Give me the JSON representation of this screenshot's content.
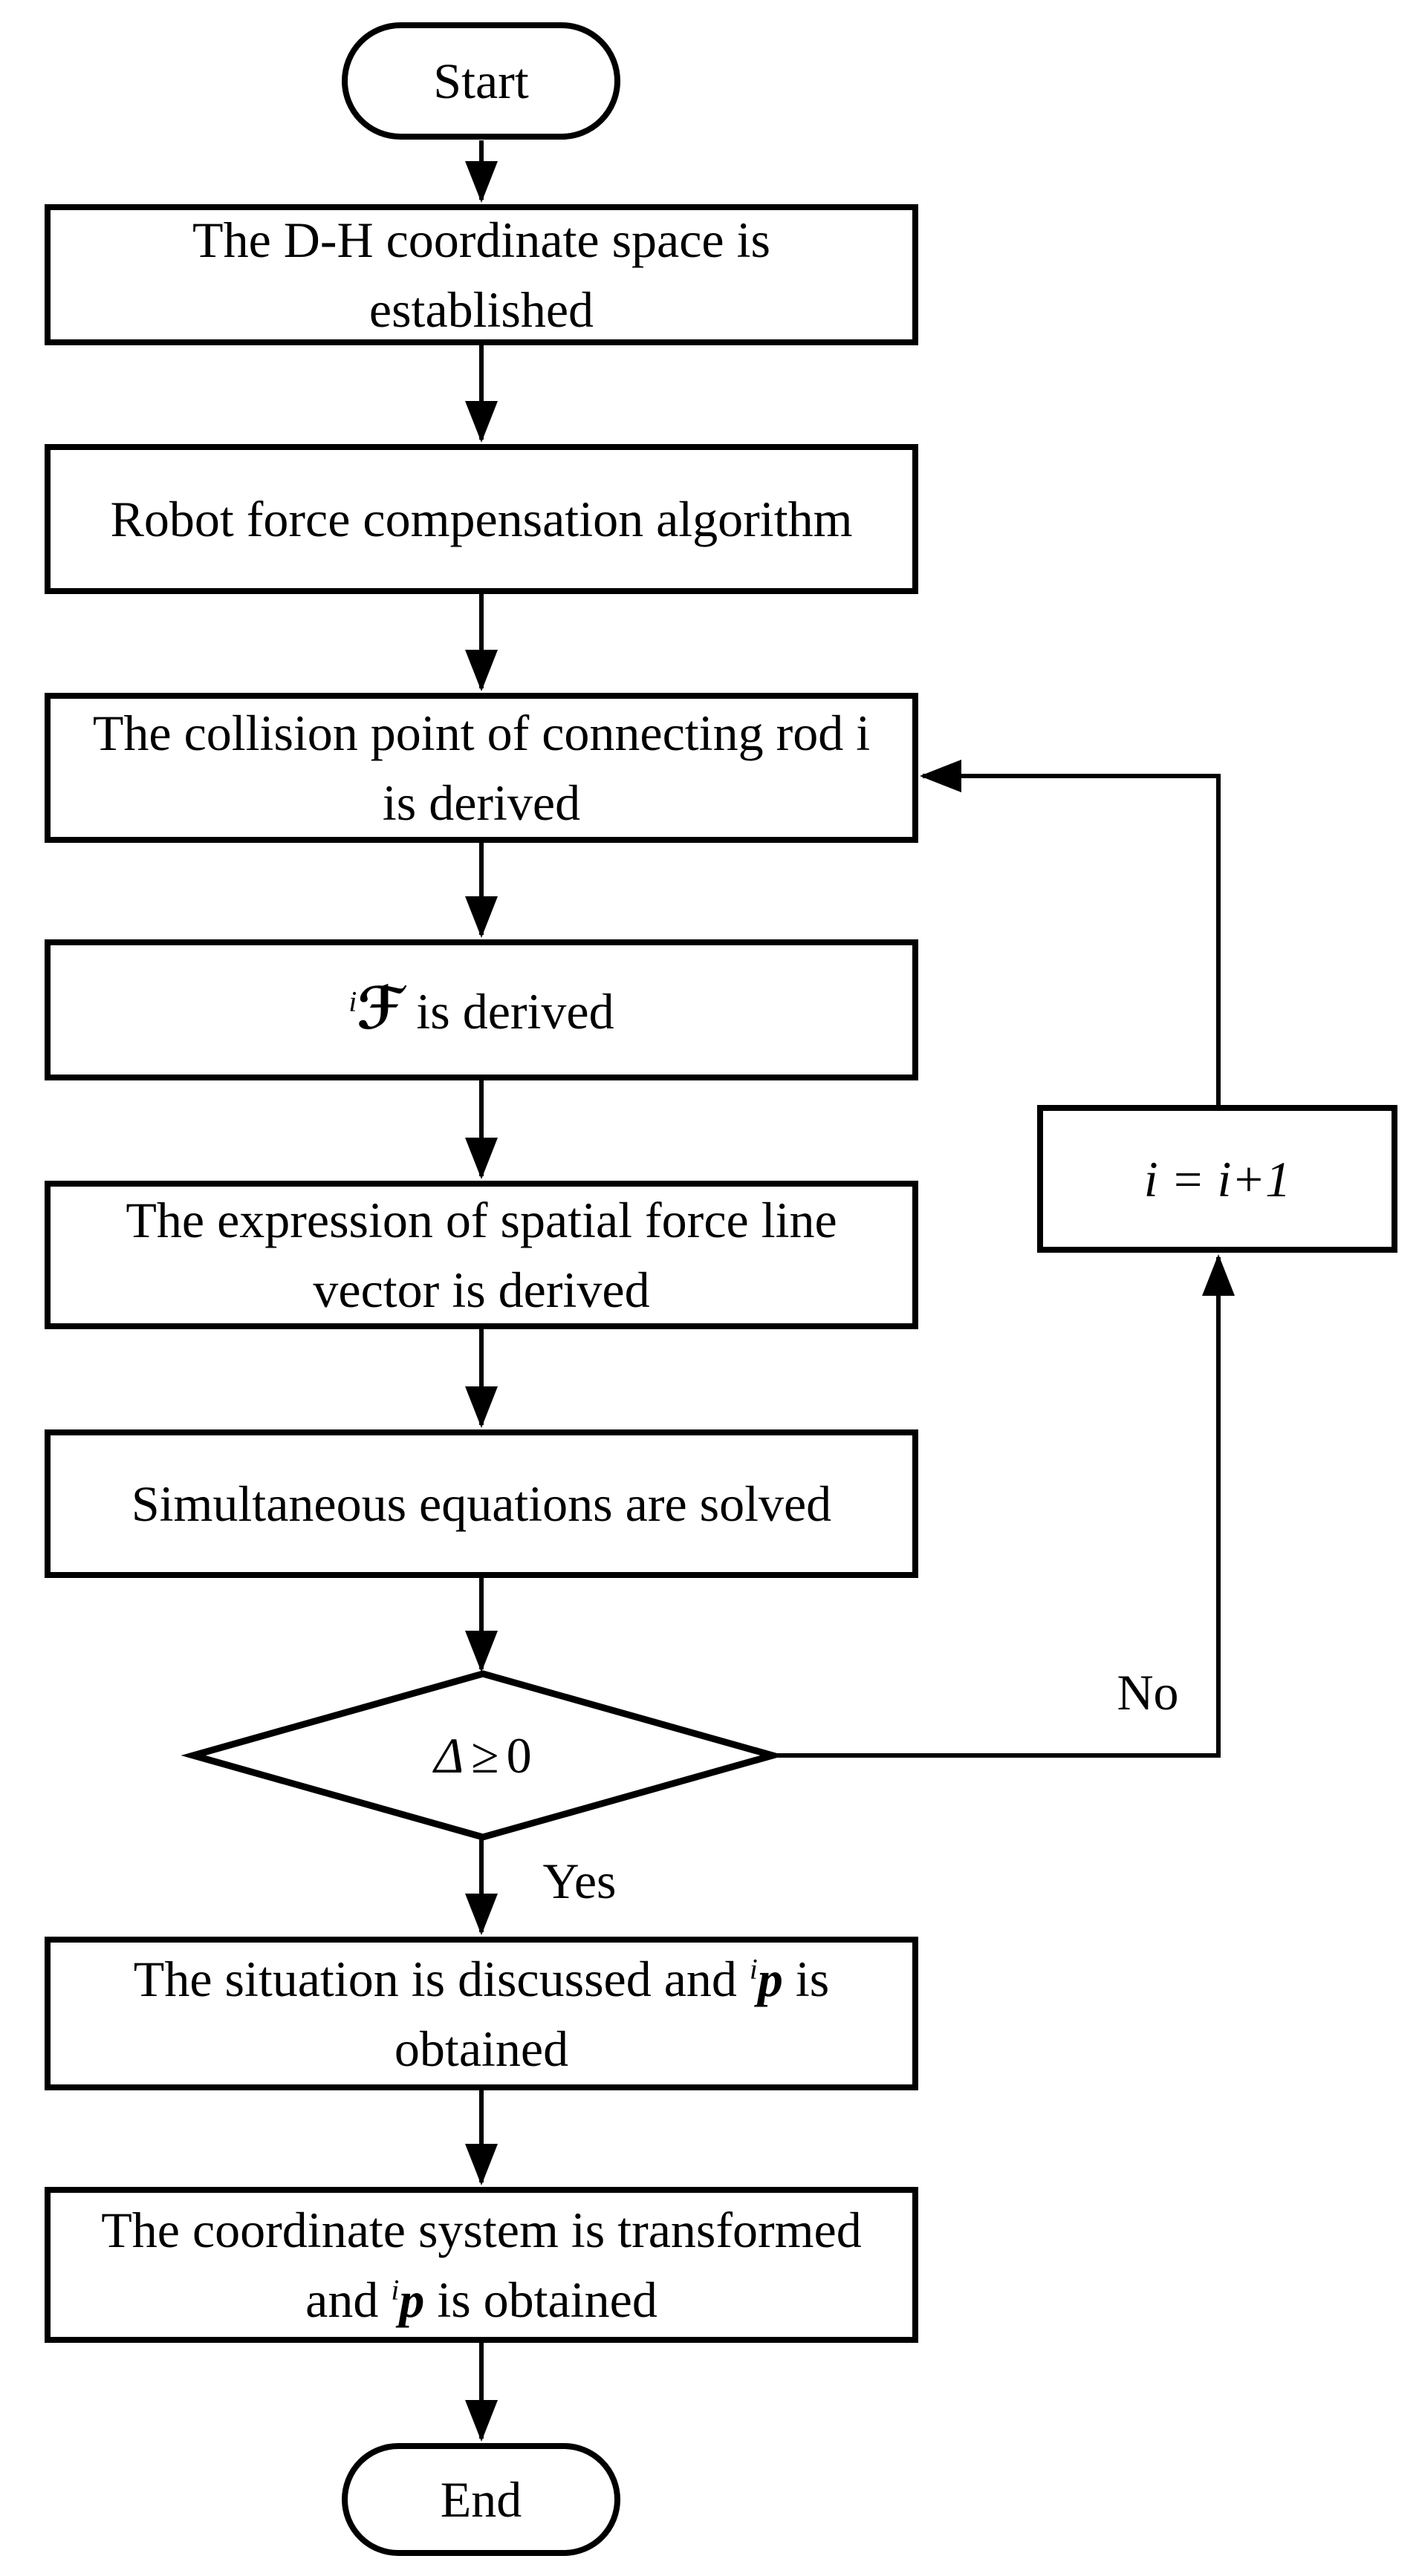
{
  "flowchart": {
    "start": {
      "label": "Start"
    },
    "step1": {
      "line1": "The D-H coordinate space is",
      "line2": "established"
    },
    "step2": {
      "line1": "Robot force compensation algorithm"
    },
    "step3": {
      "line1": "The collision point of connecting rod i",
      "line2": "is derived"
    },
    "step4": {
      "sup": "i",
      "symbol": "ℱ",
      "rest": " is derived"
    },
    "step5": {
      "line1": "The expression of spatial force line",
      "line2": "vector is derived"
    },
    "step6": {
      "line1": "Simultaneous equations are solved"
    },
    "decision": {
      "delta": "Δ",
      "operator": "≥",
      "value": "0"
    },
    "label_yes": "Yes",
    "label_no": "No",
    "increment": {
      "label": "i = i+1"
    },
    "step7": {
      "pre": "The situation is discussed and ",
      "sup": "i",
      "vec": "p",
      "post": " is",
      "line2": "obtained"
    },
    "step8": {
      "line1": "The coordinate system is transformed",
      "pre2": "and ",
      "sup": "i",
      "vec": "p",
      "post2": " is obtained"
    },
    "end": {
      "label": "End"
    }
  },
  "colors": {
    "stroke": "#000000",
    "background": "#ffffff"
  }
}
